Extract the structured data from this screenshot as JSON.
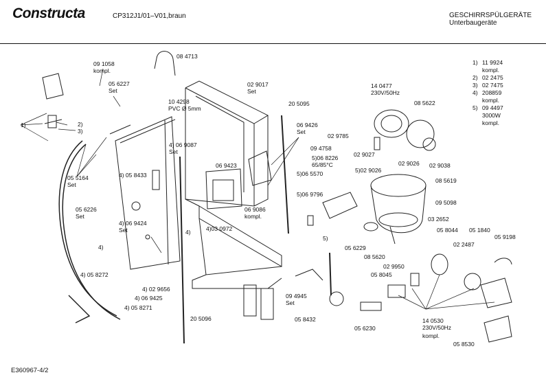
{
  "header": {
    "brand": "Constructa",
    "model": "CP312J1/01–V01,braun",
    "category": "GESCHIRRSPÜLGERÄTE",
    "subcategory": "Unterbaugeräte"
  },
  "footer": {
    "doc_id": "E360967-4/2"
  },
  "legend": [
    {
      "num": "1)",
      "part": "11 9924",
      "note": "kompl."
    },
    {
      "num": "2)",
      "part": "02 2475",
      "note": ""
    },
    {
      "num": "3)",
      "part": "02 7475",
      "note": ""
    },
    {
      "num": "4)",
      "part": "208859",
      "note": "kompl."
    },
    {
      "num": "5)",
      "part": "09 4497",
      "note": "3000W"
    },
    {
      "num": "",
      "part": "",
      "note": "kompl."
    }
  ],
  "labels": [
    {
      "id": "l_091058",
      "l1": "09 1058",
      "l2": "kompl."
    },
    {
      "id": "l_084713",
      "l1": "08 4713",
      "l2": ""
    },
    {
      "id": "l_056227",
      "l1": "05 6227",
      "l2": "Set"
    },
    {
      "id": "l_1",
      "l1": "1)",
      "l2": ""
    },
    {
      "id": "l_2",
      "l1": "2)",
      "l2": ""
    },
    {
      "id": "l_3",
      "l1": "3)",
      "l2": ""
    },
    {
      "id": "l_104298",
      "l1": "10 4298",
      "l2": "PVC Ø 5mm"
    },
    {
      "id": "l_029017",
      "l1": "02 9017",
      "l2": "Set"
    },
    {
      "id": "l_205095",
      "l1": "20 5095",
      "l2": ""
    },
    {
      "id": "l_140477",
      "l1": "14 0477",
      "l2": "230V/50Hz"
    },
    {
      "id": "l_085622",
      "l1": "08 5622",
      "l2": ""
    },
    {
      "id": "l_055164",
      "l1": "05 5164",
      "l2": "Set"
    },
    {
      "id": "l_4_058433",
      "l1": "4) 05 8433",
      "l2": ""
    },
    {
      "id": "l_4_069087",
      "l1": "4) 06 9087",
      "l2": "Set"
    },
    {
      "id": "l_069426",
      "l1": "06 9426",
      "l2": "Set"
    },
    {
      "id": "l_029785",
      "l1": "02 9785",
      "l2": ""
    },
    {
      "id": "l_094758",
      "l1": "09 4758",
      "l2": ""
    },
    {
      "id": "l_029027",
      "l1": "02 9027",
      "l2": ""
    },
    {
      "id": "l_029026a",
      "l1": "02 9026",
      "l2": ""
    },
    {
      "id": "l_029038",
      "l1": "02 9038",
      "l2": ""
    },
    {
      "id": "l_069423",
      "l1": "06 9423",
      "l2": ""
    },
    {
      "id": "l_5_068226",
      "l1": "5)06 8226",
      "l2": "65/85°C"
    },
    {
      "id": "l_5_065570",
      "l1": "5)06 5570",
      "l2": ""
    },
    {
      "id": "l_5_029026",
      "l1": "5)02 9026",
      "l2": ""
    },
    {
      "id": "l_056226",
      "l1": "05 6226",
      "l2": "Set"
    },
    {
      "id": "l_5_069796",
      "l1": "5)06 9796",
      "l2": ""
    },
    {
      "id": "l_085619",
      "l1": "08 5619",
      "l2": ""
    },
    {
      "id": "l_095098",
      "l1": "09 5098",
      "l2": ""
    },
    {
      "id": "l_069086",
      "l1": "06 9086",
      "l2": "kompl."
    },
    {
      "id": "l_4_069424",
      "l1": "4) 06 9424",
      "l2": "Set"
    },
    {
      "id": "l_4_030972",
      "l1": "4)03 0972",
      "l2": ""
    },
    {
      "id": "l_4a",
      "l1": "4)",
      "l2": ""
    },
    {
      "id": "l_4b",
      "l1": "4)",
      "l2": ""
    },
    {
      "id": "l_5",
      "l1": "5)",
      "l2": ""
    },
    {
      "id": "l_032652",
      "l1": "03 2652",
      "l2": ""
    },
    {
      "id": "l_058044",
      "l1": "05 8044",
      "l2": ""
    },
    {
      "id": "l_051840",
      "l1": "05 1840",
      "l2": ""
    },
    {
      "id": "l_059198",
      "l1": "05 9198",
      "l2": ""
    },
    {
      "id": "l_022487",
      "l1": "02 2487",
      "l2": ""
    },
    {
      "id": "l_056229",
      "l1": "05 6229",
      "l2": ""
    },
    {
      "id": "l_085620",
      "l1": "08 5620",
      "l2": ""
    },
    {
      "id": "l_029950",
      "l1": "02 9950",
      "l2": ""
    },
    {
      "id": "l_058045",
      "l1": "05 8045",
      "l2": ""
    },
    {
      "id": "l_4_058272",
      "l1": "4) 05 8272",
      "l2": ""
    },
    {
      "id": "l_4_029656",
      "l1": "4) 02 9656",
      "l2": ""
    },
    {
      "id": "l_4_069425",
      "l1": "4) 06 9425",
      "l2": ""
    },
    {
      "id": "l_4_058271",
      "l1": "4) 05 8271",
      "l2": ""
    },
    {
      "id": "l_094945",
      "l1": "09 4945",
      "l2": "Set"
    },
    {
      "id": "l_205096",
      "l1": "20 5096",
      "l2": ""
    },
    {
      "id": "l_058432",
      "l1": "05 8432",
      "l2": ""
    },
    {
      "id": "l_056230",
      "l1": "05 6230",
      "l2": ""
    },
    {
      "id": "l_140530",
      "l1": "14 0530",
      "l2": "230V/50Hz"
    },
    {
      "id": "l_140530b",
      "l1": "kompl.",
      "l2": ""
    },
    {
      "id": "l_058530",
      "l1": "05 8530",
      "l2": ""
    }
  ]
}
